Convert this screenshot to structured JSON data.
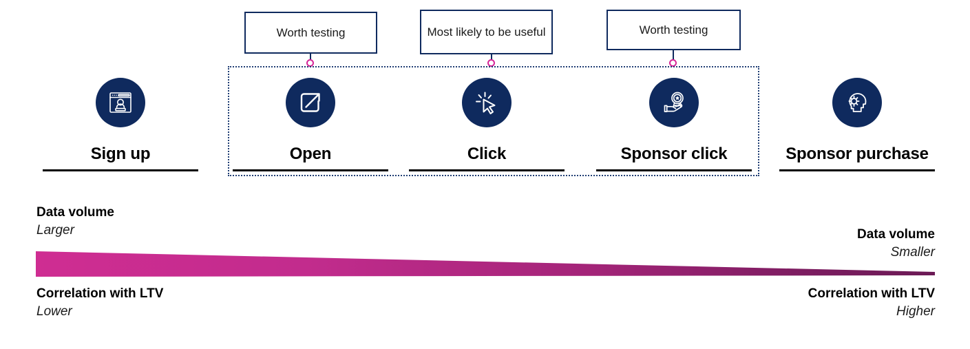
{
  "callouts": [
    {
      "text": "Worth testing",
      "target": "Open"
    },
    {
      "text": "Most likely to be useful",
      "target": "Click"
    },
    {
      "text": "Worth testing",
      "target": "Sponsor click"
    }
  ],
  "stages": [
    {
      "label": "Sign up",
      "icon": "browser-signup-icon",
      "grouped": false
    },
    {
      "label": "Open",
      "icon": "external-link-icon",
      "grouped": true
    },
    {
      "label": "Click",
      "icon": "cursor-click-icon",
      "grouped": true
    },
    {
      "label": "Sponsor click",
      "icon": "hand-award-icon",
      "grouped": true
    },
    {
      "label": "Sponsor purchase",
      "icon": "head-gear-icon",
      "grouped": false
    }
  ],
  "annotations": {
    "top_left": {
      "title": "Data volume",
      "value": "Larger"
    },
    "bottom_left": {
      "title": "Correlation with LTV",
      "value": "Lower"
    },
    "top_right": {
      "title": "Data volume",
      "value": "Smaller"
    },
    "bottom_right": {
      "title": "Correlation with LTV",
      "value": "Higher"
    }
  },
  "colors": {
    "navy": "#0f2a5e",
    "pink": "#d62598",
    "wedge_start": "#cf2d92",
    "wedge_end": "#6b1a55",
    "text": "#000000"
  }
}
